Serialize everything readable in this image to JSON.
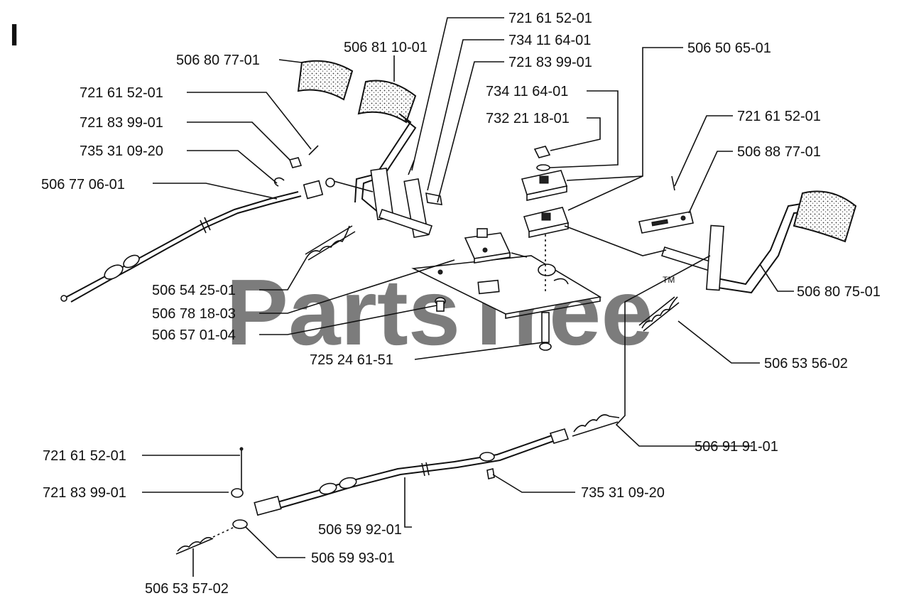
{
  "section_label": "I",
  "watermark": "PartsTree",
  "trademark": "TM",
  "callouts": [
    {
      "id": "c01",
      "text": "721 61 52-01"
    },
    {
      "id": "c02",
      "text": "734 11 64-01"
    },
    {
      "id": "c03",
      "text": "721 83 99-01"
    },
    {
      "id": "c04",
      "text": "506 81 10-01"
    },
    {
      "id": "c05",
      "text": "506 80 77-01"
    },
    {
      "id": "c06",
      "text": "506 50 65-01"
    },
    {
      "id": "c07",
      "text": "721 61 52-01"
    },
    {
      "id": "c08",
      "text": "721 83 99-01"
    },
    {
      "id": "c09",
      "text": "735 31 09-20"
    },
    {
      "id": "c10",
      "text": "506 77 06-01"
    },
    {
      "id": "c11",
      "text": "734 11 64-01"
    },
    {
      "id": "c12",
      "text": "732 21 18-01"
    },
    {
      "id": "c13",
      "text": "721 61 52-01"
    },
    {
      "id": "c14",
      "text": "506 88 77-01"
    },
    {
      "id": "c15",
      "text": "506 80 75-01"
    },
    {
      "id": "c16",
      "text": "506 54 25-01"
    },
    {
      "id": "c17",
      "text": "506 78 18-03"
    },
    {
      "id": "c18",
      "text": "506 57 01-04"
    },
    {
      "id": "c19",
      "text": "725 24 61-51"
    },
    {
      "id": "c20",
      "text": "506 53 56-02"
    },
    {
      "id": "c21",
      "text": "506 91 91-01"
    },
    {
      "id": "c22",
      "text": "721 61 52-01"
    },
    {
      "id": "c23",
      "text": "721 83 99-01"
    },
    {
      "id": "c24",
      "text": "735 31 09-20"
    },
    {
      "id": "c25",
      "text": "506 59 92-01"
    },
    {
      "id": "c26",
      "text": "506 59 93-01"
    },
    {
      "id": "c27",
      "text": "506 53 57-02"
    }
  ]
}
